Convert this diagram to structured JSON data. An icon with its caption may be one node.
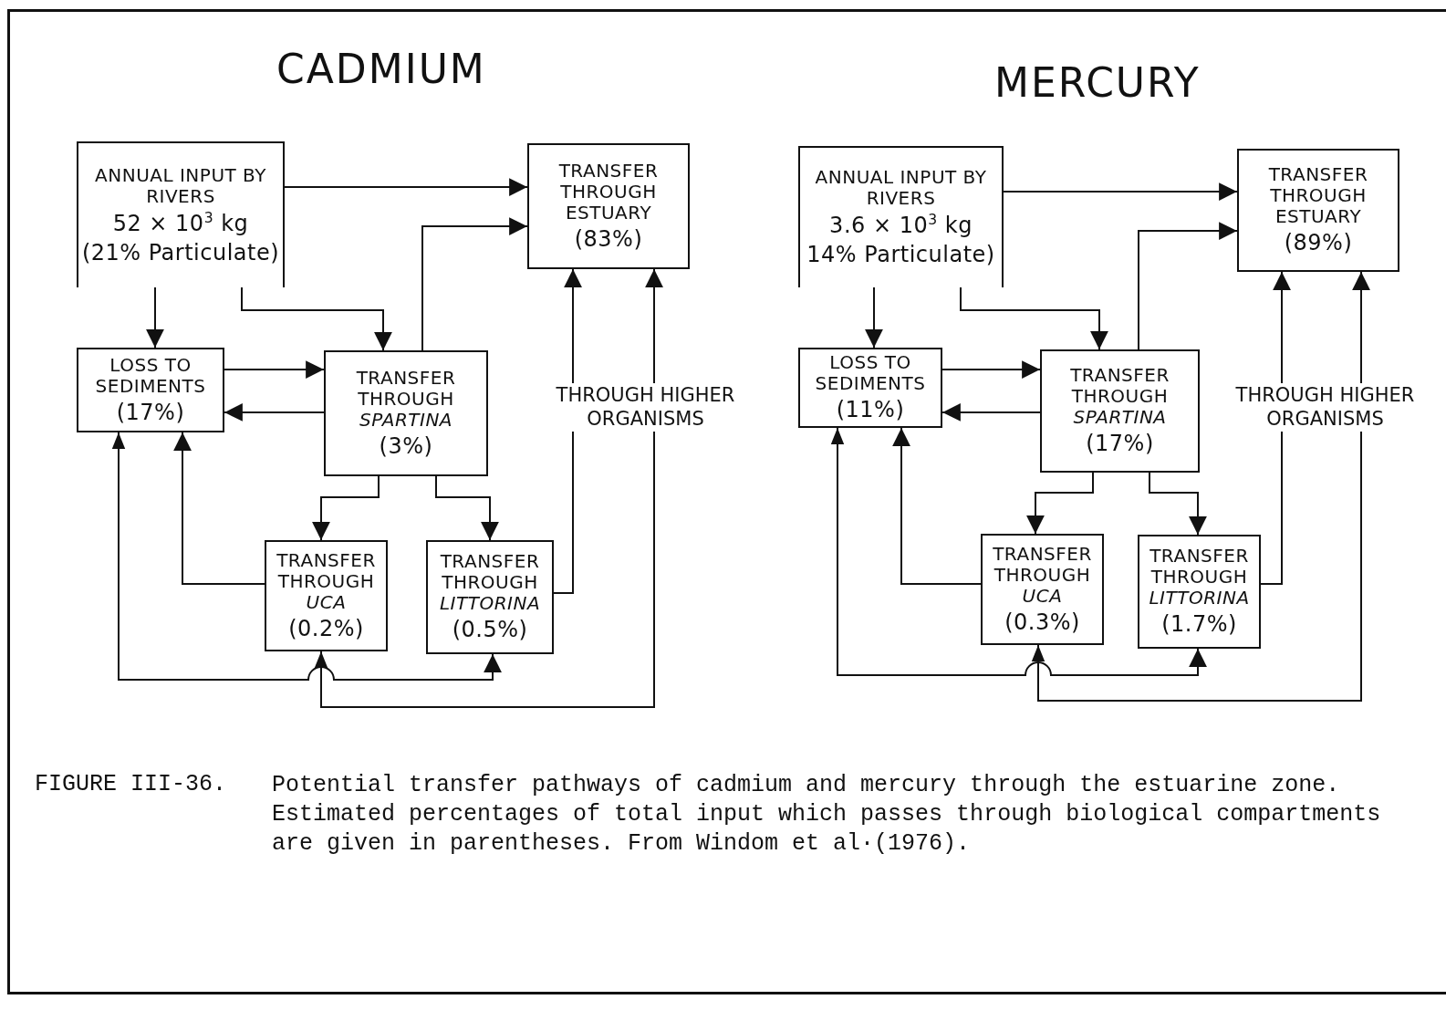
{
  "diagram": {
    "caption": "Potential transfer pathways of cadmium and mercury through the estuarine zone. Estimated percentages of total input which passes through biological compartments are given in parentheses. From Windom et al·(1976).",
    "nodes": [
      {
        "text": [
          "ANNUAL INPUT BY RIVERS",
          "52 × 10$^{3}$ kg",
          "(21% Particulate)"
        ]
      },
      {
        "text": [
          "TRANSFER THROUGH ESTUARY",
          "(83%)"
        ]
      },
      {
        "text": [
          "LOSS TO SEDIMENTS",
          "(17%)"
        ]
      },
      {
        "text": [
          "TRANSFER THROUGH *SPARTINA*",
          "(3%)"
        ]
      },
      {
        "text": [
          "TRANSFER THROUGH *UCA*",
          "(0.2%)"
        ]
      },
      {
        "text": [
          "TRANSFER THROUGH *LITTORINA*",
          "(0.5%)"
        ]
      },
      {
        "text": [
          "ANNUAL INPUT BY RIVERS",
          "3.6 × 10$^{3}$ kg",
          "14% Particulate)"
        ]
      },
      {
        "text": [
          "TRANSFER THROUGH ESTUARY",
          "(89%)"
        ]
      },
      {
        "text": [
          "LOSS TO SEDIMENTS",
          "(11%)"
        ]
      },
      {
        "text": [
          "TRANSFER THROUGH *SPARTINA*",
          "(17%)"
        ]
      },
      {
        "text": [
          "TRANSFER THROUGH *UCA*",
          "(0.3%)"
        ]
      },
      {
        "text": [
          "TRANSFER THROUGH *LITTORINA*",
          "(1.7%)"
        ]
      }
    ],
    "edges": [
      {
        "from": 0,
        "to": 1,
        "arrow": "to"
      },
      {
        "from": 0,
        "to": 2,
        "arrow": "to"
      },
      {
        "from": 0,
        "to": 3,
        "arrow": "to"
      },
      {
        "from": 2,
        "to": 3,
        "arrow": "to"
      },
      {
        "from": 3,
        "to": 2,
        "arrow": "to"
      },
      {
        "from": 3,
        "to": 1,
        "arrow": "to"
      },
      {
        "from": 3,
        "to": 4,
        "arrow": "to"
      },
      {
        "from": 3,
        "to": 5,
        "arrow": "to"
      },
      {
        "from": 4,
        "to": 2,
        "arrow": "to"
      },
      {
        "from": 5,
        "to": 1,
        "arrow": "to"
      },
      {
        "from": 2,
        "to": 5,
        "arrow": "both"
      },
      {
        "from": 4,
        "to": 1,
        "arrow": "both"
      },
      {
        "from": 6,
        "to": 7,
        "arrow": "to"
      },
      {
        "from": 6,
        "to": 8,
        "arrow": "to"
      },
      {
        "from": 6,
        "to": 9,
        "arrow": "to"
      },
      {
        "from": 8,
        "to": 9,
        "arrow": "to"
      },
      {
        "from": 9,
        "to": 8,
        "arrow": "to"
      },
      {
        "from": 9,
        "to": 7,
        "arrow": "to"
      },
      {
        "from": 9,
        "to": 10,
        "arrow": "to"
      },
      {
        "from": 9,
        "to": 11,
        "arrow": "to"
      },
      {
        "from": 10,
        "to": 8,
        "arrow": "to"
      },
      {
        "from": 11,
        "to": 7,
        "arrow": "to"
      },
      {
        "from": 8,
        "to": 11,
        "arrow": "both"
      },
      {
        "from": 10,
        "to": 7,
        "arrow": "both"
      }
    ],
    "labels": [
      "CADMIUM",
      "MERCURY",
      "THROUGH HIGHER ORGANISMS",
      "THROUGH HIGHER ORGANISMS",
      "FIGURE III-36."
    ]
  }
}
